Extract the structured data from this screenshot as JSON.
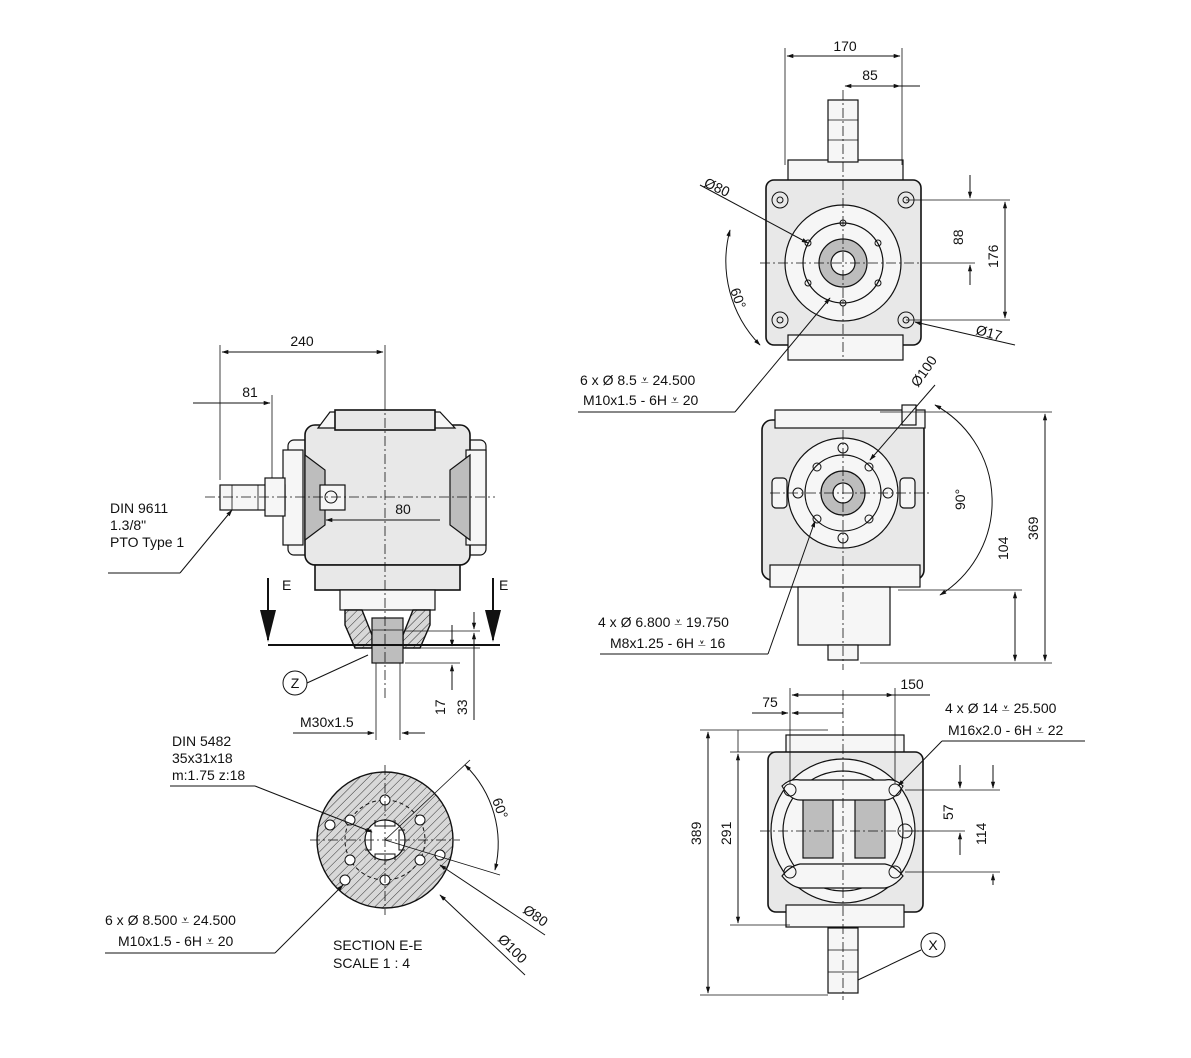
{
  "front_view": {
    "dim_240": "240",
    "dim_81": "81",
    "dim_80": "80",
    "dim_17": "17",
    "dim_33": "33",
    "thread_label": "M30x1.5",
    "pto_note": [
      "DIN 9611",
      "1.3/8\"",
      "PTO Type 1"
    ],
    "section_mark_left": "E",
    "section_mark_right": "E",
    "detail_bubble": "Z"
  },
  "top_view": {
    "dim_170": "170",
    "dim_85": "85",
    "dim_dia80": "Ø80",
    "dim_60deg": "60°",
    "dim_88": "88",
    "dim_176": "176",
    "dim_dia17": "Ø17",
    "hole_note": [
      "6 x Ø 8.5 ⩡ 24.500",
      "M10x1.5 - 6H ⩡ 20"
    ]
  },
  "side_view": {
    "dim_dia100": "Ø100",
    "dim_90deg": "90°",
    "dim_104": "104",
    "dim_369": "369",
    "hole_note": [
      "4 x Ø 6.800 ⩡ 19.750",
      "M8x1.25 - 6H ⩡ 16"
    ]
  },
  "bottom_view": {
    "dim_75": "75",
    "dim_150": "150",
    "dim_389": "389",
    "dim_291": "291",
    "dim_57": "57",
    "dim_114": "114",
    "hole_note": [
      "4 x Ø 14 ⩡ 25.500",
      "M16x2.0 - 6H ⩡ 22"
    ],
    "detail_bubble": "X"
  },
  "section_view": {
    "spline_note": [
      "DIN 5482",
      "35x31x18",
      "m:1.75 z:18"
    ],
    "dim_60deg": "60°",
    "dim_dia80": "Ø80",
    "dim_dia100": "Ø100",
    "hole_note": [
      "6 x Ø 8.500 ⩡ 24.500",
      "M10x1.5 - 6H ⩡ 20"
    ],
    "section_title": "SECTION E-E",
    "scale": "SCALE 1 : 4"
  }
}
